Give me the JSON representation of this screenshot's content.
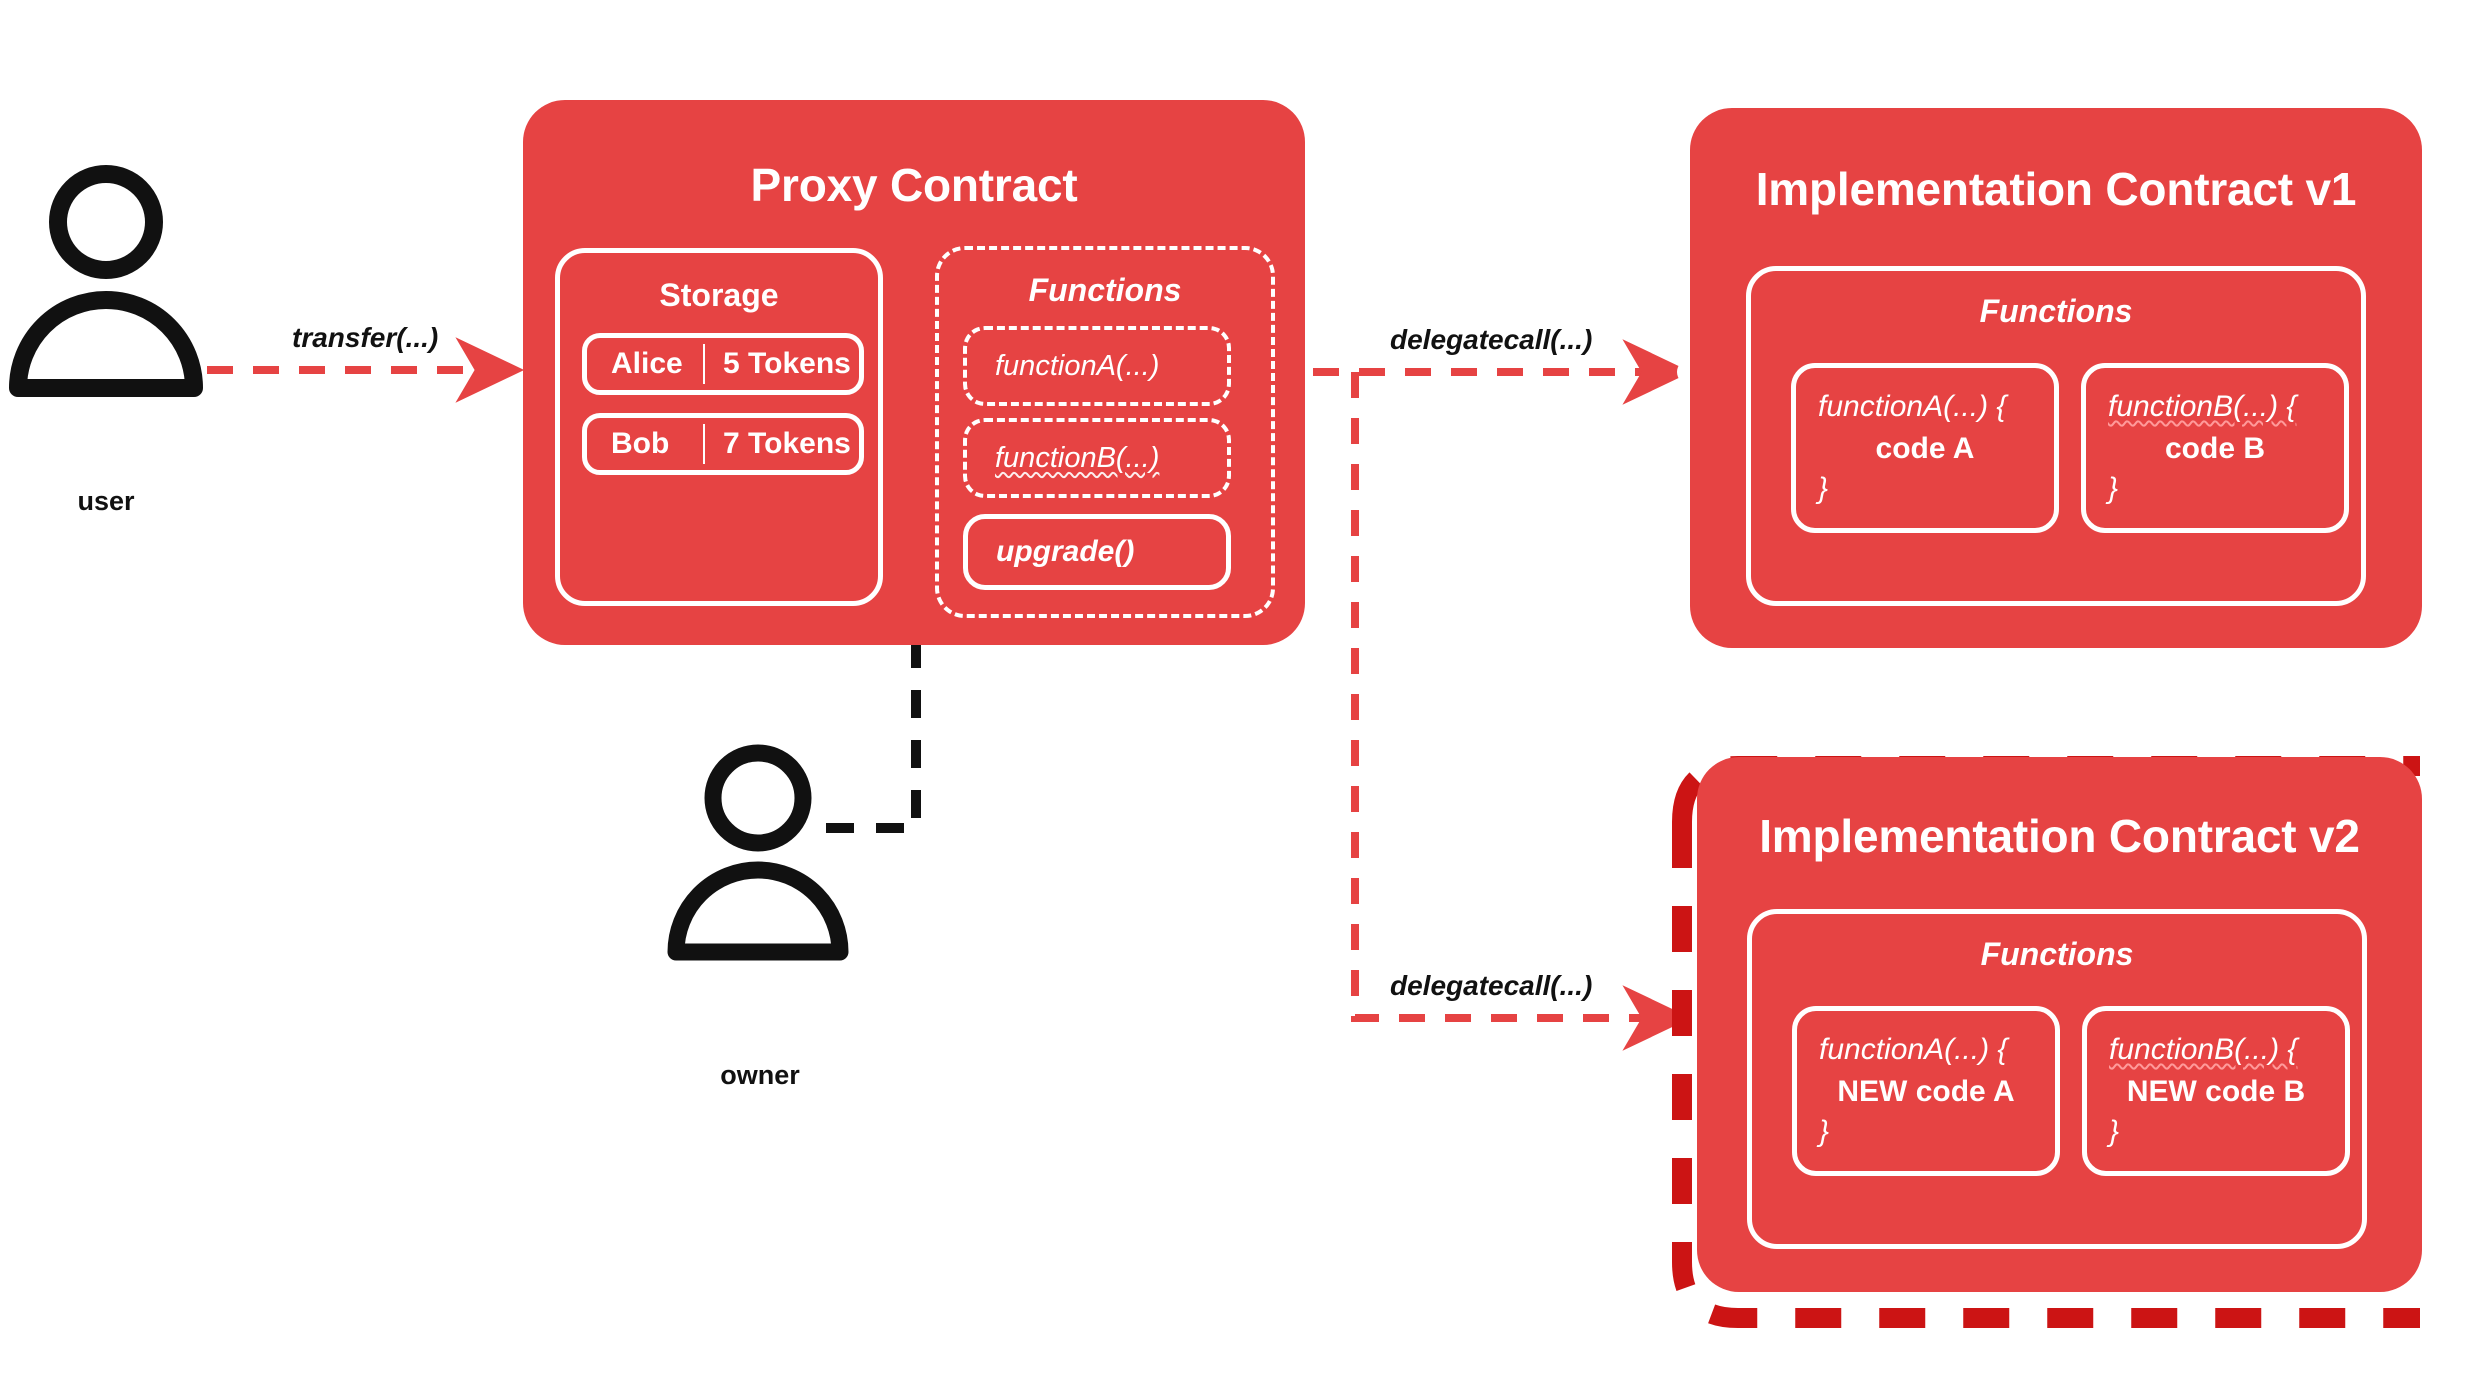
{
  "diagram": {
    "title_visible": false,
    "colors": {
      "card_fill": "#e64343",
      "accent_dark_red": "#cc1414",
      "stroke_white": "#ffffff",
      "actor_black": "#111111",
      "background": "#ffffff"
    }
  },
  "actors": [
    {
      "id": "user",
      "label": "user",
      "icon": "person-icon"
    },
    {
      "id": "owner",
      "label": "owner",
      "icon": "person-icon"
    }
  ],
  "edges": [
    {
      "id": "transfer",
      "label": "transfer(...)",
      "from": "user",
      "to": "proxy-contract"
    },
    {
      "id": "delegatecall1",
      "label": "delegatecall(...)",
      "from": "proxy-contract",
      "to": "impl-v1"
    },
    {
      "id": "delegatecall2",
      "label": "delegatecall(...)",
      "from": "proxy-contract",
      "to": "impl-v2"
    },
    {
      "id": "upgrade-call",
      "label": "",
      "from": "owner",
      "to": "upgrade-function"
    }
  ],
  "proxy": {
    "title": "Proxy Contract",
    "storage": {
      "title": "Storage",
      "rows": [
        {
          "name": "Alice",
          "value": "5 Tokens"
        },
        {
          "name": "Bob",
          "value": "7 Tokens"
        }
      ]
    },
    "functions": {
      "title": "Functions",
      "items": [
        {
          "label": "functionA(...)",
          "style": "dashed"
        },
        {
          "label": "functionB(...)",
          "style": "dashed-squiggle"
        },
        {
          "label": "upgrade()",
          "style": "solid"
        }
      ]
    }
  },
  "impl_v1": {
    "title": "Implementation Contract v1",
    "functions": {
      "title": "Functions",
      "items": [
        {
          "signature": "functionA(...) {",
          "body": "code A",
          "close": "}",
          "squiggle": false
        },
        {
          "signature": "functionB(...) {",
          "body": "code B",
          "close": "}",
          "squiggle": true
        }
      ]
    }
  },
  "impl_v2": {
    "title": "Implementation Contract v2",
    "highlighted": true,
    "functions": {
      "title": "Functions",
      "items": [
        {
          "signature": "functionA(...) {",
          "body": "NEW code A",
          "close": "}",
          "squiggle": false
        },
        {
          "signature": "functionB(...) {",
          "body": "NEW code B",
          "close": "}",
          "squiggle": true
        }
      ]
    }
  }
}
